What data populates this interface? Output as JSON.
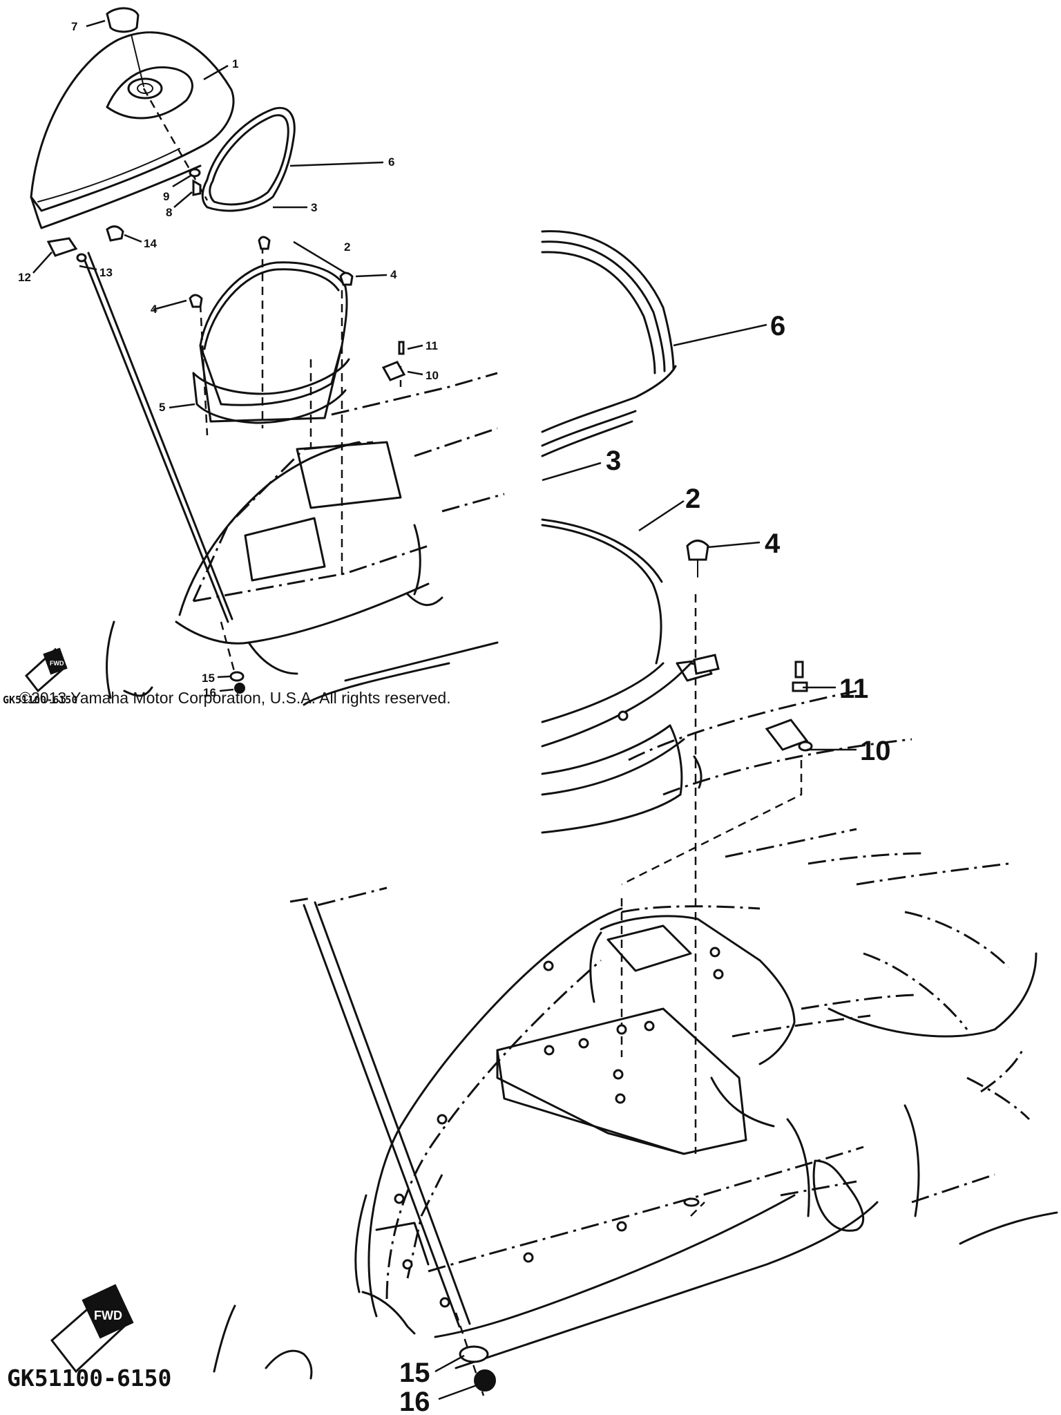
{
  "overview": {
    "callouts": {
      "p1": "1",
      "p2": "2",
      "p3": "3",
      "p4a": "4",
      "p4b": "4",
      "p5": "5",
      "p6": "6",
      "p7": "7",
      "p8": "8",
      "p9": "9",
      "p10": "10",
      "p11": "11",
      "p12": "12",
      "p13": "13",
      "p14": "14",
      "p15": "15",
      "p16": "16"
    },
    "diagram_code": "GK51100-6150"
  },
  "detail": {
    "callouts": {
      "p2": "2",
      "p3": "3",
      "p4": "4",
      "p6": "6",
      "p10": "10",
      "p11": "11",
      "p15": "15",
      "p16": "16"
    },
    "diagram_code": "GK51100-6150"
  },
  "fwd_label": "FWD",
  "copyright": "©2013 Yamaha Motor Corporation, U.S.A. All rights reserved."
}
